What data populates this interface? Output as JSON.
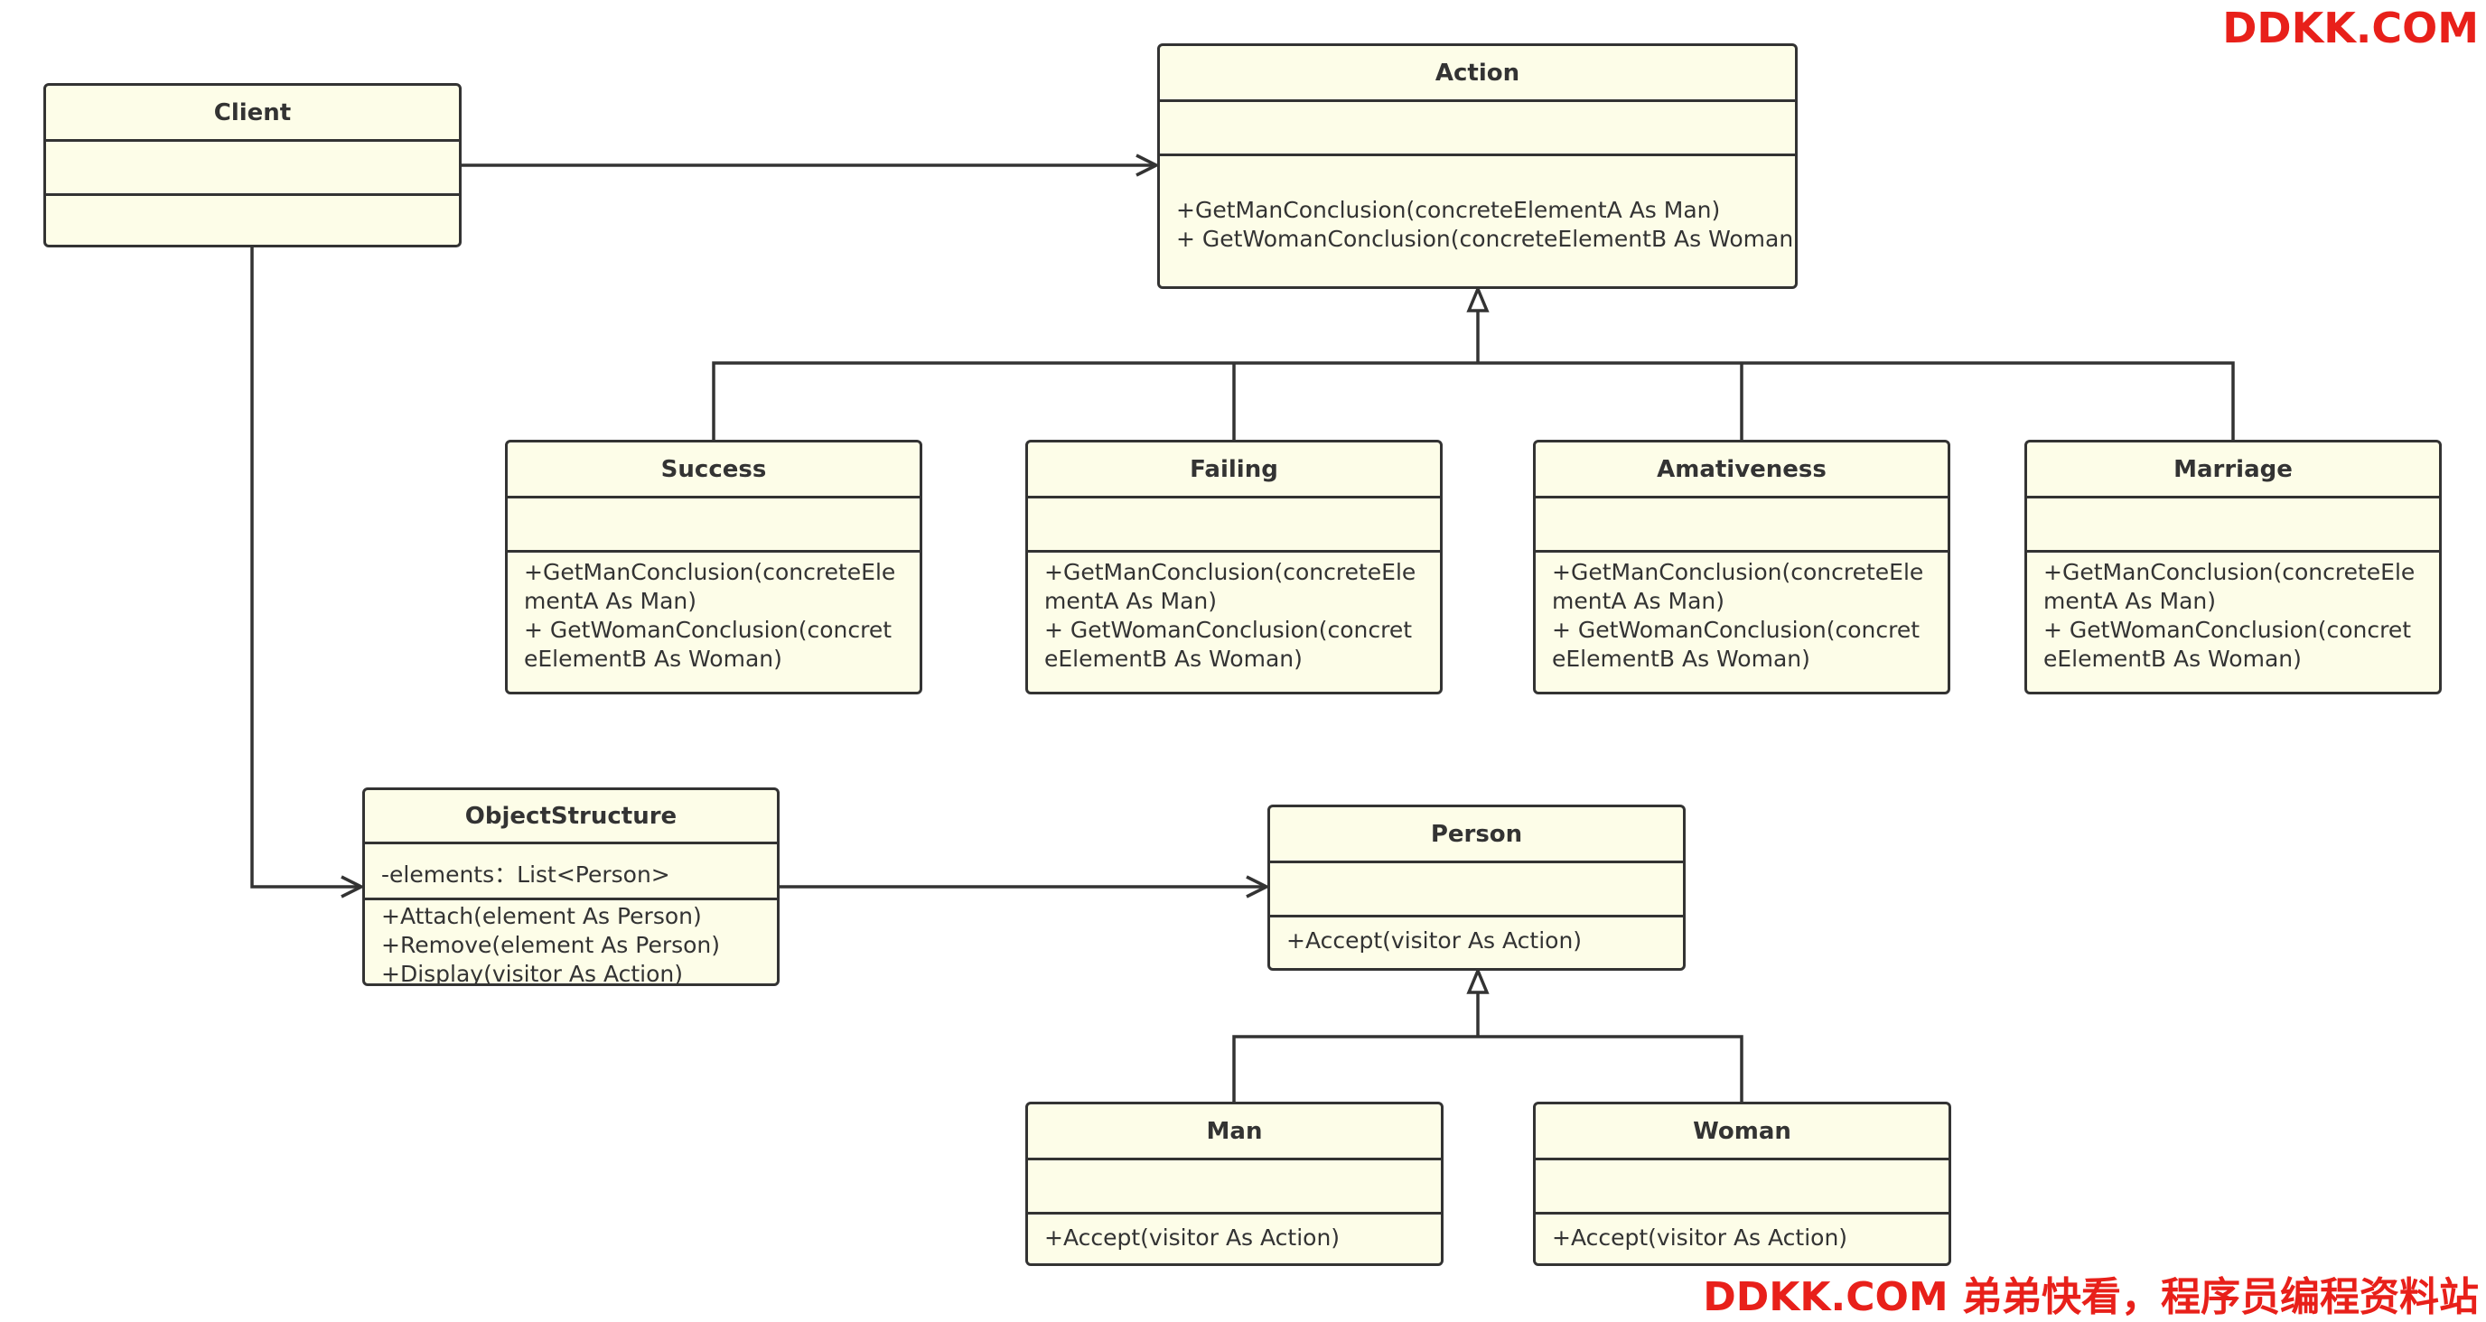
{
  "watermark_top": "DDKK.COM",
  "watermark_bottom": "DDKK.COM 弟弟快看，程序员编程资料站",
  "classes": {
    "client": {
      "name": "Client",
      "attributes": "",
      "operations": []
    },
    "action": {
      "name": "Action",
      "attributes": "",
      "operations": [
        "+GetManConclusion(concreteElementA As Man)",
        "+ GetWomanConclusion(concreteElementB As Woman)"
      ]
    },
    "success": {
      "name": "Success",
      "attributes": "",
      "operations": [
        "+GetManConclusion(concreteElementA As Man)",
        "+ GetWomanConclusion(concreteElementB As Woman)"
      ]
    },
    "failing": {
      "name": "Failing",
      "attributes": "",
      "operations": [
        "+GetManConclusion(concreteElementA As Man)",
        "+ GetWomanConclusion(concreteElementB As Woman)"
      ]
    },
    "amativeness": {
      "name": "Amativeness",
      "attributes": "",
      "operations": [
        "+GetManConclusion(concreteElementA As Man)",
        "+ GetWomanConclusion(concreteElementB As Woman)"
      ]
    },
    "marriage": {
      "name": "Marriage",
      "attributes": "",
      "operations": [
        "+GetManConclusion(concreteElementA As Man)",
        "+ GetWomanConclusion(concreteElementB As Woman)"
      ]
    },
    "objectstructure": {
      "name": "ObjectStructure",
      "attributes": "-elements：List<Person>",
      "operations": [
        "+Attach(element As Person)",
        "+Remove(element As Person)",
        "+Display(visitor As Action)"
      ]
    },
    "person": {
      "name": "Person",
      "attributes": "",
      "operations": [
        "+Accept(visitor As Action)"
      ]
    },
    "man": {
      "name": "Man",
      "attributes": "",
      "operations": [
        "+Accept(visitor As Action)"
      ]
    },
    "woman": {
      "name": "Woman",
      "attributes": "",
      "operations": [
        "+Accept(visitor As Action)"
      ]
    }
  },
  "colors": {
    "box_fill": "#fdfde8",
    "line": "#333333",
    "watermark": "#e8201a"
  }
}
